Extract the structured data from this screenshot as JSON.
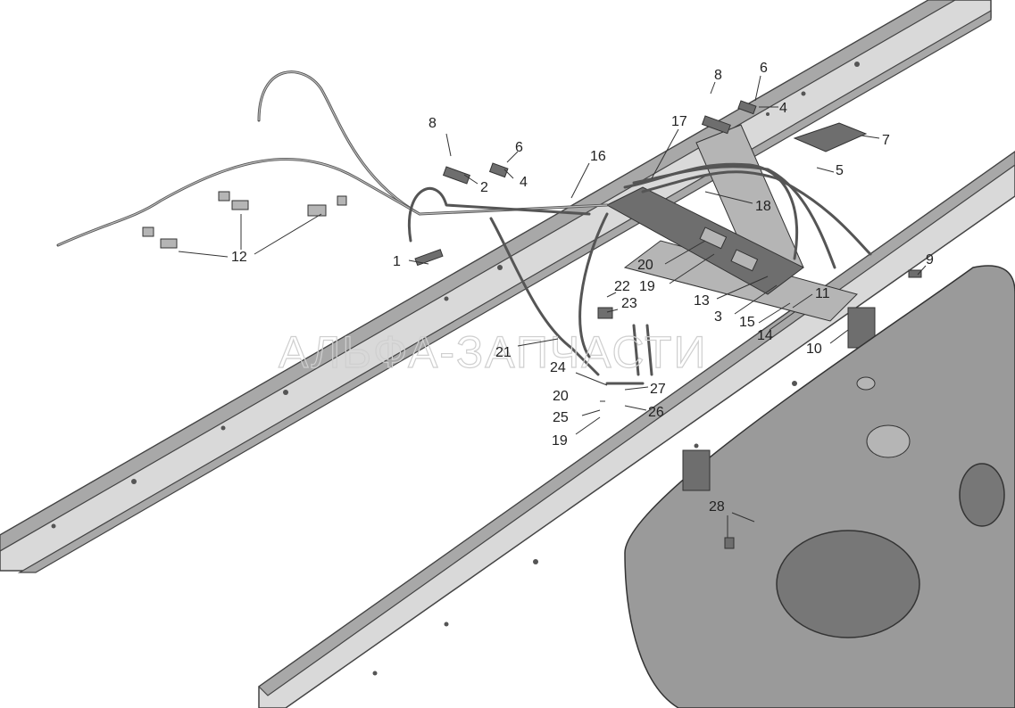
{
  "watermark": "АЛЬФА-ЗАПЧАСТИ",
  "callouts": [
    {
      "id": "c1",
      "label": "1"
    },
    {
      "id": "c2",
      "label": "2"
    },
    {
      "id": "c3",
      "label": "3"
    },
    {
      "id": "c4a",
      "label": "4"
    },
    {
      "id": "c4b",
      "label": "4"
    },
    {
      "id": "c5",
      "label": "5"
    },
    {
      "id": "c6a",
      "label": "6"
    },
    {
      "id": "c6b",
      "label": "6"
    },
    {
      "id": "c7",
      "label": "7"
    },
    {
      "id": "c8a",
      "label": "8"
    },
    {
      "id": "c8b",
      "label": "8"
    },
    {
      "id": "c9",
      "label": "9"
    },
    {
      "id": "c10",
      "label": "10"
    },
    {
      "id": "c11",
      "label": "11"
    },
    {
      "id": "c12",
      "label": "12"
    },
    {
      "id": "c13",
      "label": "13"
    },
    {
      "id": "c14",
      "label": "14"
    },
    {
      "id": "c15",
      "label": "15"
    },
    {
      "id": "c16",
      "label": "16"
    },
    {
      "id": "c17",
      "label": "17"
    },
    {
      "id": "c18",
      "label": "18"
    },
    {
      "id": "c19a",
      "label": "19"
    },
    {
      "id": "c19b",
      "label": "19"
    },
    {
      "id": "c20a",
      "label": "20"
    },
    {
      "id": "c20b",
      "label": "20"
    },
    {
      "id": "c21",
      "label": "21"
    },
    {
      "id": "c22",
      "label": "22"
    },
    {
      "id": "c23",
      "label": "23"
    },
    {
      "id": "c24",
      "label": "24"
    },
    {
      "id": "c25",
      "label": "25"
    },
    {
      "id": "c26",
      "label": "26"
    },
    {
      "id": "c27",
      "label": "27"
    },
    {
      "id": "c28",
      "label": "28"
    }
  ]
}
